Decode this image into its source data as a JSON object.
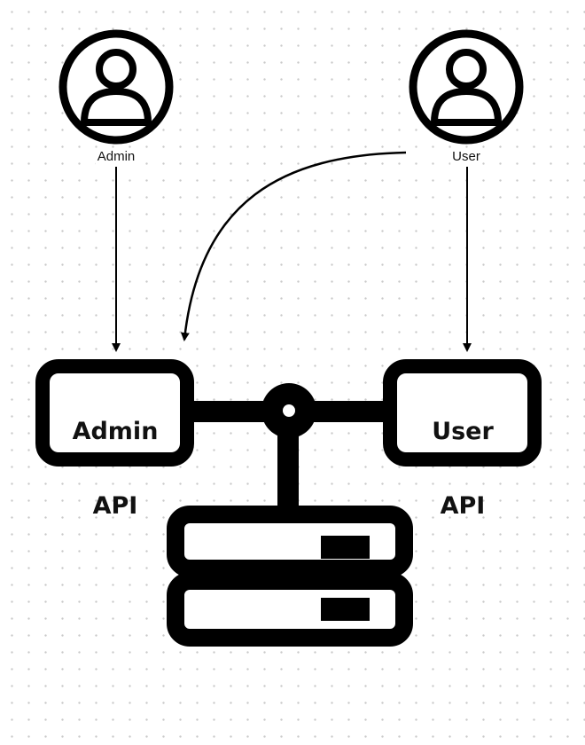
{
  "diagram": {
    "actors": [
      {
        "id": "admin",
        "label": "Admin",
        "icon": "user-circle-icon"
      },
      {
        "id": "user",
        "label": "User",
        "icon": "user-circle-icon"
      }
    ],
    "apis": [
      {
        "id": "admin-api",
        "line1": "Admin",
        "line2": "API"
      },
      {
        "id": "user-api",
        "line1": "User",
        "line2": "API"
      }
    ],
    "database": {
      "icon": "server-stack-icon"
    },
    "edges": [
      {
        "from": "Admin",
        "to": "Admin API"
      },
      {
        "from": "User",
        "to": "Admin API"
      },
      {
        "from": "User",
        "to": "User API"
      }
    ],
    "colors": {
      "stroke": "#000000",
      "background": "#ffffff",
      "dot_grid": "#c9c9c9"
    }
  }
}
